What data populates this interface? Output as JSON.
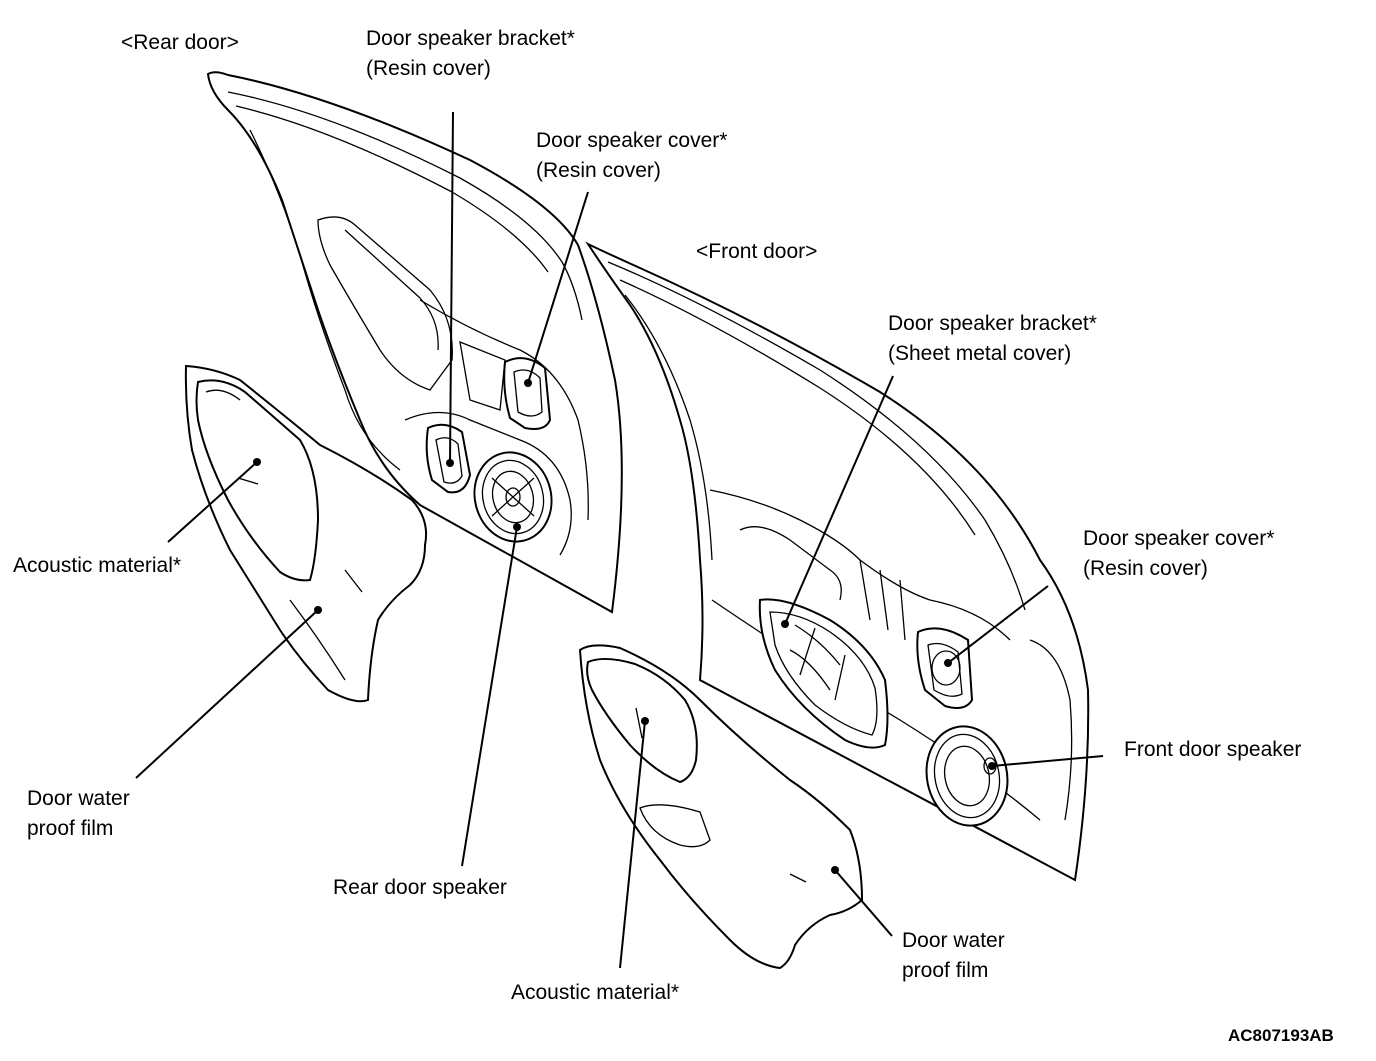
{
  "sections": {
    "rear_door": "<Rear door>",
    "front_door": "<Front door>"
  },
  "labels": {
    "rear_bracket": [
      "Door speaker bracket*",
      "(Resin cover)"
    ],
    "rear_cover": [
      "Door speaker cover*",
      "(Resin cover)"
    ],
    "rear_acoustic": "Acoustic material*",
    "rear_film": [
      "Door water",
      "proof film"
    ],
    "rear_speaker": "Rear door speaker",
    "front_bracket": [
      "Door speaker bracket*",
      "(Sheet metal cover)"
    ],
    "front_cover": [
      "Door speaker cover*",
      "(Resin cover)"
    ],
    "front_speaker": "Front door speaker",
    "front_film": [
      "Door water",
      "proof film"
    ],
    "front_acoustic": "Acoustic material*"
  },
  "figure_code": "AC807193AB"
}
